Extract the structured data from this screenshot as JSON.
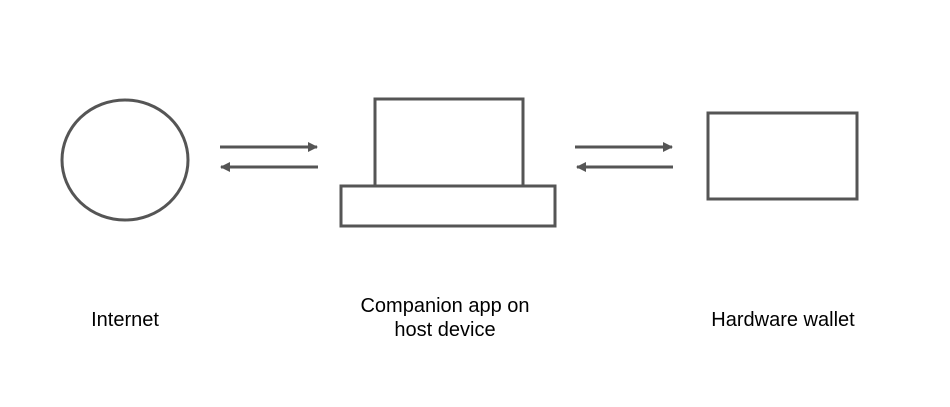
{
  "nodes": {
    "internet": {
      "label": "Internet",
      "icon": "globe-circle-icon"
    },
    "companion": {
      "label_line1": "Companion app on",
      "label_line2": "host device",
      "icon": "computer-icon"
    },
    "wallet": {
      "label": "Hardware wallet",
      "icon": "hardware-wallet-icon"
    }
  },
  "edges": [
    {
      "from": "internet",
      "to": "companion",
      "direction": "bidirectional"
    },
    {
      "from": "companion",
      "to": "wallet",
      "direction": "bidirectional"
    }
  ],
  "colors": {
    "stroke": "#555555",
    "text": "#000000",
    "background": "#ffffff"
  }
}
